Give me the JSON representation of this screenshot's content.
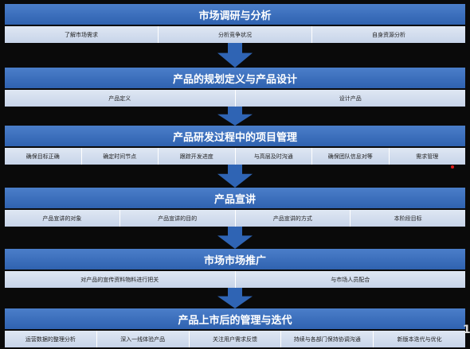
{
  "sections": [
    {
      "title": "市场调研与分析",
      "items": [
        "了解市场需求",
        "分析竞争状况",
        "自身资源分析"
      ]
    },
    {
      "title": "产品的规划定义与产品设计",
      "items": [
        "产品定义",
        "设计产品"
      ]
    },
    {
      "title": "产品研发过程中的项目管理",
      "items": [
        "确保目标正确",
        "确定时间节点",
        "跟踪开发进度",
        "与高层及时沟通",
        "确保团队信息对等",
        "需求管理"
      ]
    },
    {
      "title": "产品宣讲",
      "items": [
        "产品宣讲的对象",
        "产品宣讲的目的",
        "产品宣讲的方式",
        "本阶段目标"
      ]
    },
    {
      "title": "市场市场推广",
      "items": [
        "对产品的宣传资料物料进行把关",
        "与市场人员配合"
      ]
    },
    {
      "title": "产品上市后的管理与迭代",
      "items": [
        "运营数据的整理分析",
        "深入一线体验产品",
        "关注用户需求反馈",
        "持续与各部门保持协调沟通",
        "新版本迭代与优化"
      ]
    }
  ],
  "page_number": "1",
  "colors": {
    "band": "#3a6dbb",
    "item_bg": "#d5dfee",
    "arrow": "#2f64b4",
    "marker": "#e01b1b"
  }
}
